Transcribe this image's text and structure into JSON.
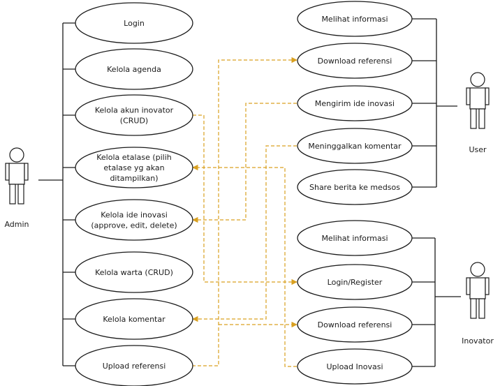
{
  "actors": {
    "admin": {
      "label": "Admin"
    },
    "user": {
      "label": "User"
    },
    "inovator": {
      "label": "Inovator"
    }
  },
  "admin_use_cases": [
    {
      "lines": [
        "Login"
      ]
    },
    {
      "lines": [
        "Kelola agenda"
      ]
    },
    {
      "lines": [
        "Kelola akun inovator",
        "(CRUD)"
      ]
    },
    {
      "lines": [
        "Kelola etalase (pilih",
        "etalase yg akan",
        "ditampilkan)"
      ]
    },
    {
      "lines": [
        "Kelola ide inovasi",
        "(approve, edit, delete)"
      ]
    },
    {
      "lines": [
        "Kelola warta (CRUD)"
      ]
    },
    {
      "lines": [
        "Kelola komentar"
      ]
    },
    {
      "lines": [
        "Upload referensi"
      ]
    }
  ],
  "user_use_cases": [
    {
      "lines": [
        "Melihat informasi"
      ]
    },
    {
      "lines": [
        "Download referensi"
      ]
    },
    {
      "lines": [
        "Mengirim ide inovasi"
      ]
    },
    {
      "lines": [
        "Meninggalkan komentar"
      ]
    },
    {
      "lines": [
        "Share berita ke medsos"
      ]
    }
  ],
  "inovator_use_cases": [
    {
      "lines": [
        "Melihat informasi"
      ]
    },
    {
      "lines": [
        "Login/Register"
      ]
    },
    {
      "lines": [
        "Download referensi"
      ]
    },
    {
      "lines": [
        "Upload Inovasi"
      ]
    }
  ],
  "colors": {
    "line": "#1a1a1a",
    "dashed": "#d9a020",
    "fill": "#ffffff"
  }
}
